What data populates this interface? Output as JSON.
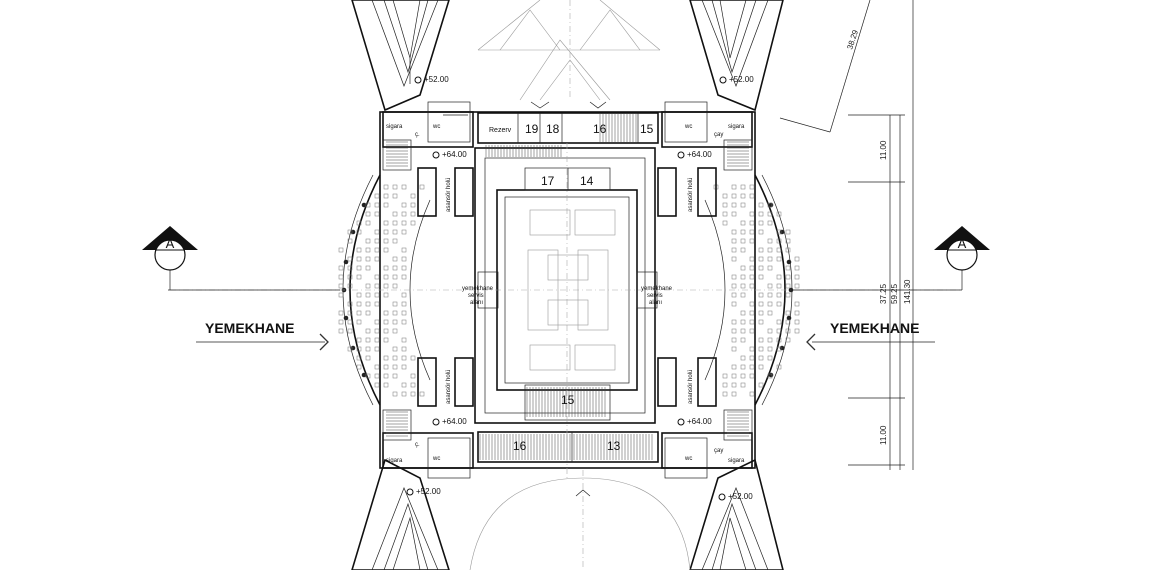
{
  "side_labels": {
    "left": "YEMEKHANE",
    "right": "YEMEKHANE"
  },
  "section_marks": {
    "left": "A",
    "right": "A"
  },
  "levels": {
    "top_left": "+52.00",
    "top_right": "+52.00",
    "bottom_left": "+52.00",
    "bottom_right": "+52.00",
    "mid_tl": "+64.00",
    "mid_tr": "+64.00",
    "mid_bl": "+64.00",
    "mid_br": "+64.00"
  },
  "rooms": {
    "rezerv": "Rezerv",
    "r19": "19",
    "r18": "18",
    "r16_top": "16",
    "r15_top": "15",
    "r17": "17",
    "r14": "14",
    "r15_bottom": "15",
    "r16_bottom": "16",
    "r13": "13"
  },
  "labels": {
    "asansor": "asansör holü",
    "yemekhane_servis_1": "yemekhane",
    "yemekhane_servis_2": "servis",
    "yemekhane_servis_3": "alanı",
    "wc": "wc",
    "sigara": "sigara",
    "cay": "çay",
    "cay_short": "ç."
  },
  "dimensions": {
    "d_3829": "38.29",
    "d_1100_top": "11.00",
    "d_3725": "37.25",
    "d_5925": "59.25",
    "d_14130": "141.30",
    "d_1100_bottom": "11.00"
  }
}
